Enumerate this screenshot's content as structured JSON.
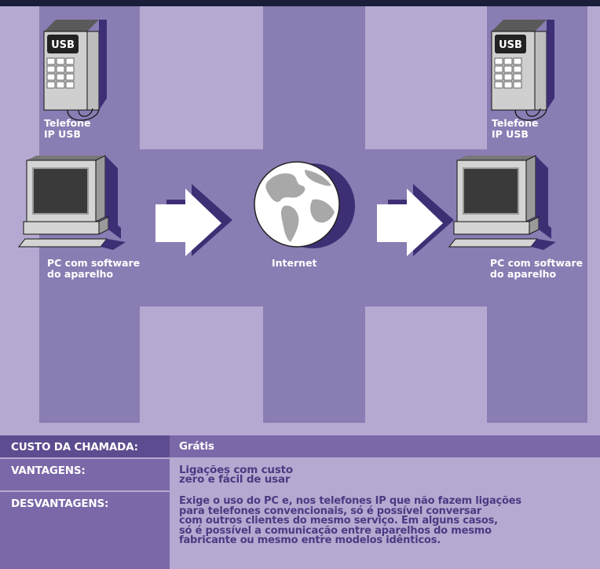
{
  "diagram": {
    "labels": {
      "phone_left": "Telefone\nIP USB",
      "phone_right": "Telefone\nIP USB",
      "pc_left": "PC com software\ndo aparelho",
      "internet": "Internet",
      "pc_right": "PC com software\ndo aparelho"
    },
    "phone_screen_text": "USB",
    "icons": [
      "usb-phone-icon",
      "computer-icon",
      "arrow-right-icon",
      "globe-icon"
    ],
    "colors": {
      "background": "#b6a9d1",
      "panel": "#8a7db3",
      "header_bar": "#1b1e3a",
      "table_label": "#5d4c8f",
      "table_text_dark": "#4b3a82"
    }
  },
  "table": {
    "rows": [
      {
        "label": "CUSTO DA CHAMADA:",
        "value": "Grátis"
      },
      {
        "label": "VANTAGENS:",
        "value": "Ligações com custo\nzero e fácil de usar"
      },
      {
        "label": "DESVANTAGENS:",
        "value": "Exige o uso do PC e, nos telefones IP que não fazem ligações\npara telefones convencionais, só é possível conversar\ncom outros clientes do mesmo serviço. Em alguns casos,\nsó é possível a comunicação entre aparelhos do mesmo\nfabricante ou mesmo entre modelos idênticos."
      }
    ]
  }
}
